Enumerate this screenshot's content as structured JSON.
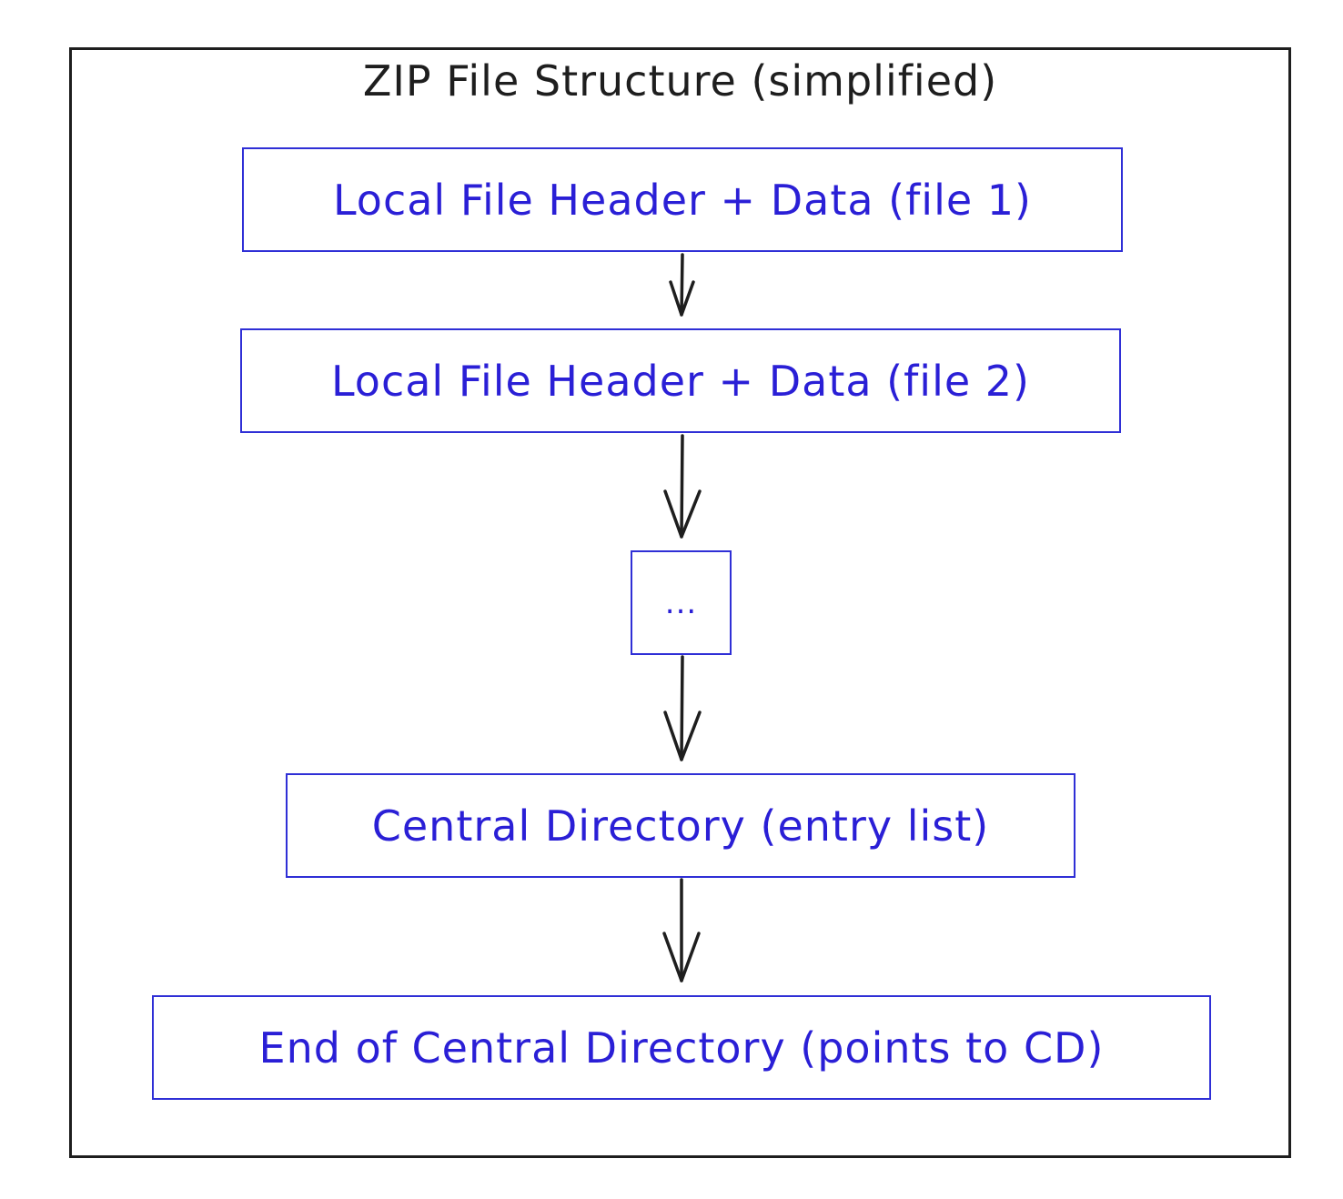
{
  "diagram": {
    "title": "ZIP File Structure (simplified)",
    "nodes": [
      {
        "label": "Local File Header + Data (file 1)"
      },
      {
        "label": "Local File Header + Data (file 2)"
      },
      {
        "label": "..."
      },
      {
        "label": "Central Directory (entry list)"
      },
      {
        "label": "End of Central Directory (points to CD)"
      }
    ],
    "edges": [
      {
        "from": 0,
        "to": 1
      },
      {
        "from": 1,
        "to": 2
      },
      {
        "from": 2,
        "to": 3
      },
      {
        "from": 3,
        "to": 4
      }
    ],
    "colors": {
      "frame": "#1e1e1e",
      "box_stroke": "#2f2fd6",
      "box_text": "#2a1fd6",
      "arrow": "#1e1e1e"
    }
  }
}
